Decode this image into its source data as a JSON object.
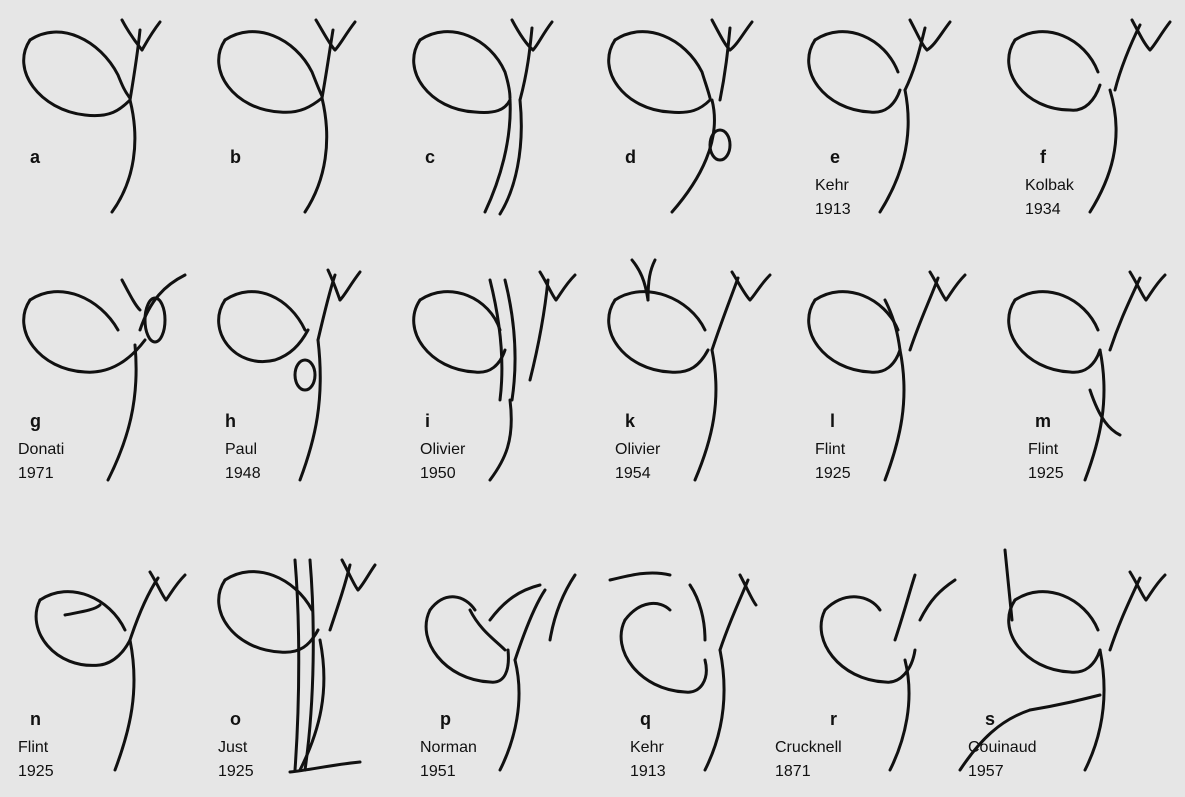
{
  "panels": [
    {
      "letter": "a",
      "author": "",
      "year": ""
    },
    {
      "letter": "b",
      "author": "",
      "year": ""
    },
    {
      "letter": "c",
      "author": "",
      "year": ""
    },
    {
      "letter": "d",
      "author": "",
      "year": ""
    },
    {
      "letter": "e",
      "author": "Kehr",
      "year": "1913"
    },
    {
      "letter": "f",
      "author": "Kolbak",
      "year": "1934"
    },
    {
      "letter": "g",
      "author": "Donati",
      "year": "1971"
    },
    {
      "letter": "h",
      "author": "Paul",
      "year": "1948"
    },
    {
      "letter": "i",
      "author": "Olivier",
      "year": "1950"
    },
    {
      "letter": "k",
      "author": "Olivier",
      "year": "1954"
    },
    {
      "letter": "l",
      "author": "Flint",
      "year": "1925"
    },
    {
      "letter": "m",
      "author": "Flint",
      "year": "1925"
    },
    {
      "letter": "n",
      "author": "Flint",
      "year": "1925"
    },
    {
      "letter": "o",
      "author": "Just",
      "year": "1925"
    },
    {
      "letter": "p",
      "author": "Norman",
      "year": "1951"
    },
    {
      "letter": "q",
      "author": "Kehr",
      "year": "1913"
    },
    {
      "letter": "r",
      "author": "Crucknell",
      "year": "1871"
    },
    {
      "letter": "s",
      "author": "Couinaud",
      "year": "1957"
    }
  ]
}
